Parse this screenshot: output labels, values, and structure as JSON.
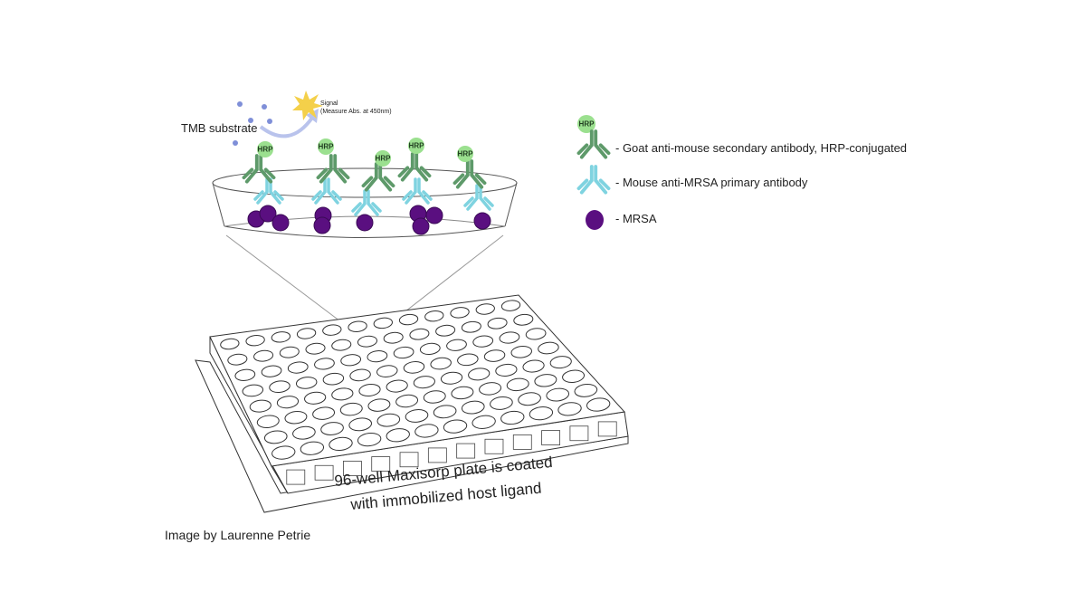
{
  "substrate_label": "TMB substrate",
  "signal_label": "Signal",
  "signal_sub": "(Measure Abs. at 450nm)",
  "hrp_label": "HRP",
  "legend": [
    {
      "label": "- Goat anti-mouse secondary antibody, HRP-conjugated",
      "icon": "secondary-antibody-hrp-icon"
    },
    {
      "label": "- Mouse anti-MRSA primary antibody",
      "icon": "primary-antibody-icon"
    },
    {
      "label": "- MRSA",
      "icon": "mrsa-icon"
    }
  ],
  "plate_caption_line1": "96-well Maxisorp plate is coated",
  "plate_caption_line2": "with immobilized host ligand",
  "credit": "Image by Laurenne Petrie",
  "plate": {
    "rows": 8,
    "columns": 12
  },
  "colors": {
    "secondary": "#5e9a6a",
    "primary": "#7fd3e0",
    "hrp": "#9be08f",
    "mrsa": "#5a0f80",
    "substrate": "#7f8fd8",
    "signal": "#f4d04a"
  }
}
